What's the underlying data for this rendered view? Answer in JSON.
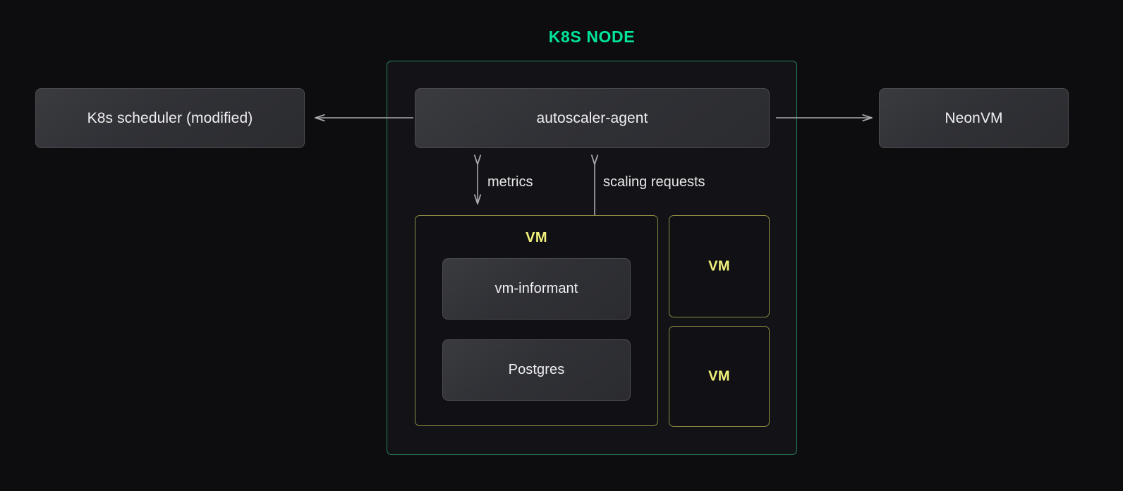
{
  "diagram": {
    "title": "K8S NODE",
    "title_color": "#00e599",
    "background_color": "#0d0d0f",
    "node_border_color": "#27835f",
    "vm_border_color": "#8b8b42",
    "vm_label_color": "#f2f27c",
    "arrow_color": "#a8a8ad"
  },
  "external": {
    "scheduler": {
      "label": "K8s scheduler (modified)"
    },
    "neonvm": {
      "label": "NeonVM"
    }
  },
  "node": {
    "agent": {
      "label": "autoscaler-agent"
    },
    "vm_main": {
      "label": "VM",
      "components": [
        {
          "label": "vm-informant"
        },
        {
          "label": "Postgres"
        }
      ]
    },
    "vms_right": [
      {
        "label": "VM"
      },
      {
        "label": "VM"
      }
    ]
  },
  "edges": {
    "scheduler_link": {
      "label": "",
      "direction": "left"
    },
    "neonvm_link": {
      "label": "",
      "direction": "right"
    },
    "metrics": {
      "label": "metrics",
      "direction": "bidirectional"
    },
    "scaling": {
      "label": "scaling requests",
      "direction": "bidirectional"
    }
  }
}
